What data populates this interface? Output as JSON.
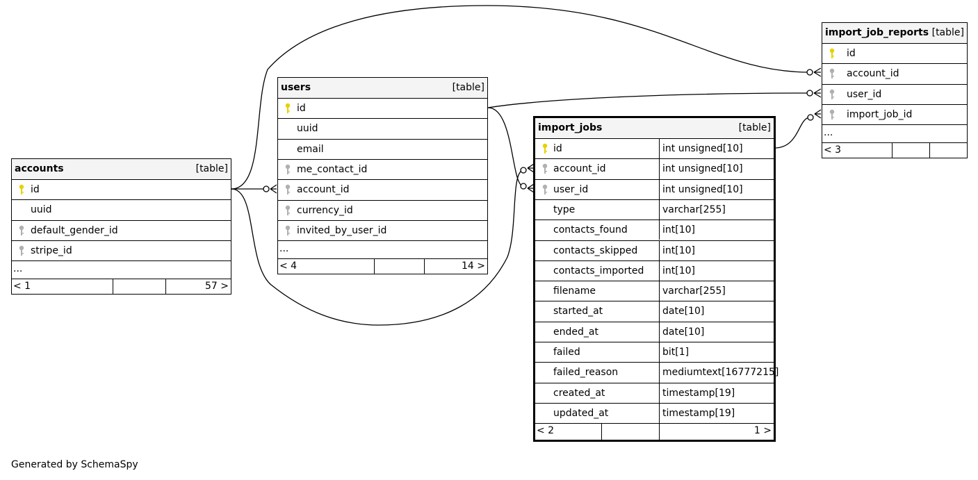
{
  "tables": {
    "accounts": {
      "name": "accounts",
      "kind": "[table]",
      "rows": [
        {
          "label": "id",
          "key": "pk"
        },
        {
          "label": "uuid",
          "key": ""
        },
        {
          "label": "default_gender_id",
          "key": "fk"
        },
        {
          "label": "stripe_id",
          "key": "fk"
        }
      ],
      "more": "...",
      "footer": {
        "left": "< 1",
        "right": "57 >"
      }
    },
    "users": {
      "name": "users",
      "kind": "[table]",
      "rows": [
        {
          "label": "id",
          "key": "pk"
        },
        {
          "label": "uuid",
          "key": ""
        },
        {
          "label": "email",
          "key": ""
        },
        {
          "label": "me_contact_id",
          "key": "fk"
        },
        {
          "label": "account_id",
          "key": "fk"
        },
        {
          "label": "currency_id",
          "key": "fk"
        },
        {
          "label": "invited_by_user_id",
          "key": "fk"
        }
      ],
      "more": "...",
      "footer": {
        "left": "< 4",
        "right": "14 >"
      }
    },
    "import_jobs": {
      "name": "import_jobs",
      "kind": "[table]",
      "rows": [
        {
          "label": "id",
          "type": "int unsigned[10]",
          "key": "pk"
        },
        {
          "label": "account_id",
          "type": "int unsigned[10]",
          "key": "fk"
        },
        {
          "label": "user_id",
          "type": "int unsigned[10]",
          "key": "fk"
        },
        {
          "label": "type",
          "type": "varchar[255]",
          "key": ""
        },
        {
          "label": "contacts_found",
          "type": "int[10]",
          "key": ""
        },
        {
          "label": "contacts_skipped",
          "type": "int[10]",
          "key": ""
        },
        {
          "label": "contacts_imported",
          "type": "int[10]",
          "key": ""
        },
        {
          "label": "filename",
          "type": "varchar[255]",
          "key": ""
        },
        {
          "label": "started_at",
          "type": "date[10]",
          "key": ""
        },
        {
          "label": "ended_at",
          "type": "date[10]",
          "key": ""
        },
        {
          "label": "failed",
          "type": "bit[1]",
          "key": ""
        },
        {
          "label": "failed_reason",
          "type": "mediumtext[16777215]",
          "key": ""
        },
        {
          "label": "created_at",
          "type": "timestamp[19]",
          "key": ""
        },
        {
          "label": "updated_at",
          "type": "timestamp[19]",
          "key": ""
        }
      ],
      "footer": {
        "left": "< 2",
        "right": "1 >"
      }
    },
    "import_job_reports": {
      "name": "import_job_reports",
      "kind": "[table]",
      "rows": [
        {
          "label": "id",
          "key": "pk"
        },
        {
          "label": "account_id",
          "key": "fk"
        },
        {
          "label": "user_id",
          "key": "fk"
        },
        {
          "label": "import_job_id",
          "key": "fk"
        }
      ],
      "more": "...",
      "footer": {
        "left": "< 3",
        "right": ""
      }
    }
  },
  "colors": {
    "primary_key": "#e6d200",
    "foreign_key": "#b0b0b0",
    "header_bg": "#f4f4f4"
  },
  "generated_by": "Generated by SchemaSpy"
}
